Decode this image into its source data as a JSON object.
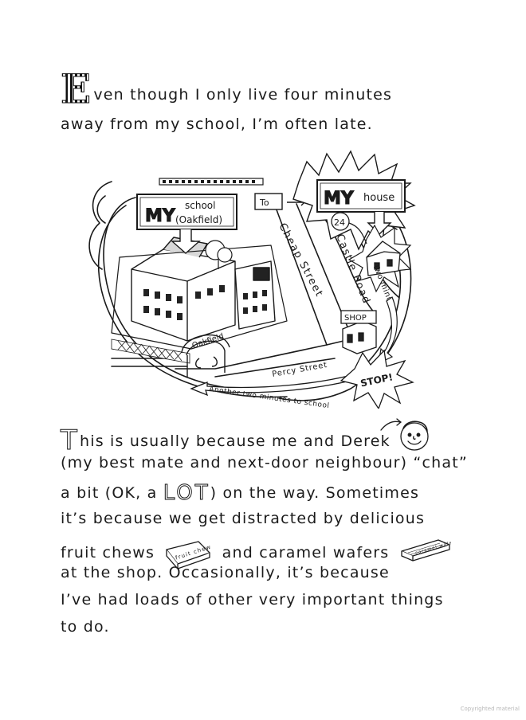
{
  "paragraph1": {
    "dropcap": "E",
    "line1_rest": "ven though I only live four minutes",
    "line2": "away from my school, I’m often late."
  },
  "map": {
    "school_sign_my": "MY",
    "school_sign_school": "school",
    "school_sign_name": "(Oakfield)",
    "to_label": "To",
    "house_sign_my": "MY",
    "house_sign_house": "house",
    "house_number": "24",
    "cheap_street": "Cheap Street",
    "castle_road": "Castle Road",
    "two_minutes": "Two minutes",
    "shop_sign": "SHOP",
    "oakfield_arch": "Oakfield",
    "percy_street": "Percy Street",
    "another_two_minutes": "Another two minutes to school",
    "stop_sign": "STOP!"
  },
  "paragraph2": {
    "dropcap": "T",
    "line1_rest": "his is usually because me and Derek",
    "line2": "(my best mate and next-door neighbour) “chat”",
    "line3_before": "a bit (OK, a ",
    "line3_big": "LOT",
    "line3_after": ") on the way. Sometimes",
    "line4": "it’s because we get distracted by delicious",
    "line5_before": "fruit chews",
    "fruit_chew_label": "fruit chew",
    "line5_after": "and caramel wafers",
    "caramel_label": "caramel wafer",
    "line6": "at the shop.   Occasionally, it’s because",
    "line7": "I’ve had loads of other very important things",
    "line8": "to do."
  },
  "footer": {
    "copyright": "Copyrighted material"
  }
}
